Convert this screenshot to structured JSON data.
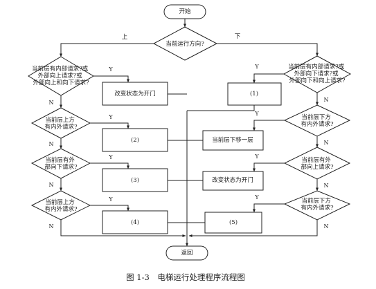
{
  "start": "开始",
  "end": "返回",
  "caption": "图 1-3　电梯运行处理程序流程图",
  "direction": {
    "lines": [
      "当前运行方向?"
    ],
    "up": "上",
    "down": "下"
  },
  "left": {
    "d1": {
      "lines": [
        "当前层有内部请求?或",
        "外部向上请求?或",
        "外部向上和向下请求?"
      ],
      "yes": "Y",
      "no": "N"
    },
    "p1": "改变状态为开门",
    "d2": {
      "lines": [
        "当前层上方",
        "有内外请求?"
      ],
      "yes": "Y",
      "no": "N"
    },
    "p2": "(2)",
    "d3": {
      "lines": [
        "当前层有外",
        "部向下请求?"
      ],
      "yes": "Y",
      "no": "N"
    },
    "p3": "(3)",
    "d4": {
      "lines": [
        "当前层上方",
        "有内外请求?"
      ],
      "yes": "Y",
      "no": "N"
    },
    "p4": "(4)"
  },
  "right": {
    "d1": {
      "lines": [
        "当前层有内部请求?或",
        "外部向下请求?或",
        "外部向下和向上请求?"
      ],
      "yes": "Y",
      "no": "N"
    },
    "p1": "(1)",
    "d2": {
      "lines": [
        "当前层下方",
        "有内外请求?"
      ],
      "yes": "Y",
      "no": "N"
    },
    "p2": "当前层下移一层",
    "d3": {
      "lines": [
        "当前层有外",
        "部向上请求?"
      ],
      "yes": "Y",
      "no": "N"
    },
    "p3": "改变状态为开门",
    "d4": {
      "lines": [
        "当前层下方",
        "有内外请求?"
      ],
      "yes": "Y",
      "no": "N"
    },
    "p4": "(5)"
  }
}
